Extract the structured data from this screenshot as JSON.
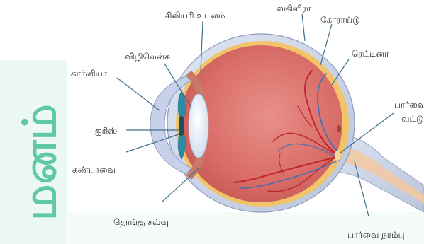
{
  "labels": {
    "ciliary_body": "சிலியரி உடலம்",
    "sclera": "ஸ்கிளிரா",
    "choroid": "கோராய்டு",
    "lens": "விழிலென்சு",
    "retina": "ரெட்டினா",
    "cornea": "கார்னியா",
    "optic_disc_line1": "பார்வை",
    "optic_disc_line2": "வட்டு",
    "iris": "ஐரிஸ்",
    "pupil": "கண்பாவை",
    "suspensory_ligament": "தொங்கு சவ்வு",
    "optic_nerve": "பார்வை நரம்பு"
  },
  "watermark": {
    "text": "மனம்",
    "color": "#2fb890"
  },
  "colors": {
    "sclera": "#c9d2e6",
    "choroid": "#f2c46a",
    "vitreous": "#dc7570",
    "vessel_red": "#c2252d",
    "vessel_blue": "#4b6fb0",
    "lens": "#e8eef8",
    "iris": "#2e8aa0",
    "leader": "#3f6f8a"
  }
}
